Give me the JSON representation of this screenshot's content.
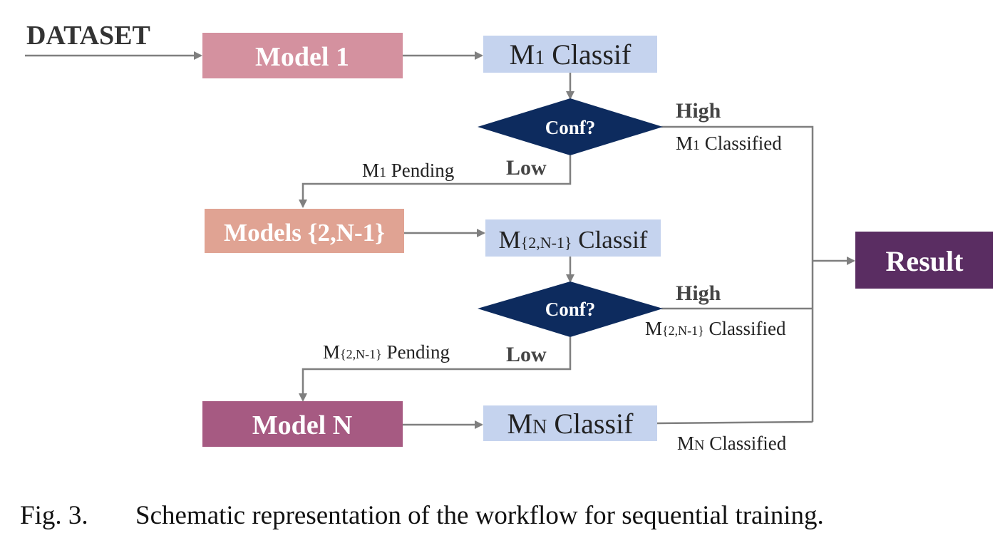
{
  "input_label": "DATASET",
  "models": {
    "m1": "Model 1",
    "m2": "Models {2,N-1}",
    "mn": "Model N"
  },
  "classif": {
    "m1_prefix": "M",
    "m1_sub": "1",
    "m1_suffix": " Classif",
    "m2_prefix": "M",
    "m2_sub": "{2,N-1}",
    "m2_suffix": " Classif",
    "mn_prefix": "M",
    "mn_sub": "N",
    "mn_suffix": " Classif"
  },
  "decisions": {
    "conf1": "Conf?",
    "conf2": "Conf?"
  },
  "branches": {
    "high1": "High",
    "low1": "Low",
    "high2": "High",
    "low2": "Low"
  },
  "edge_labels": {
    "m1_classified_prefix": "M",
    "m1_classified_sub": "1",
    "m1_classified_suffix": " Classified",
    "m1_pending_prefix": "M",
    "m1_pending_sub": "1",
    "m1_pending_suffix": " Pending",
    "m2_classified_prefix": "M",
    "m2_classified_sub": "{2,N-1}",
    "m2_classified_suffix": " Classified",
    "m2_pending_prefix": "M",
    "m2_pending_sub": "{2,N-1}",
    "m2_pending_suffix": " Pending",
    "mn_classified_prefix": "M",
    "mn_classified_sub": "N",
    "mn_classified_suffix": " Classified"
  },
  "result": "Result",
  "caption": {
    "number": "Fig. 3.",
    "text": "Schematic representation of the workflow for sequential training."
  },
  "colors": {
    "model1": "#d4919f",
    "models_mid": "#e0a393",
    "modelN": "#a65a82",
    "classif": "#c5d3ee",
    "decision": "#0d2b5e",
    "result": "#5a2d62",
    "line": "#7f7f7f"
  }
}
